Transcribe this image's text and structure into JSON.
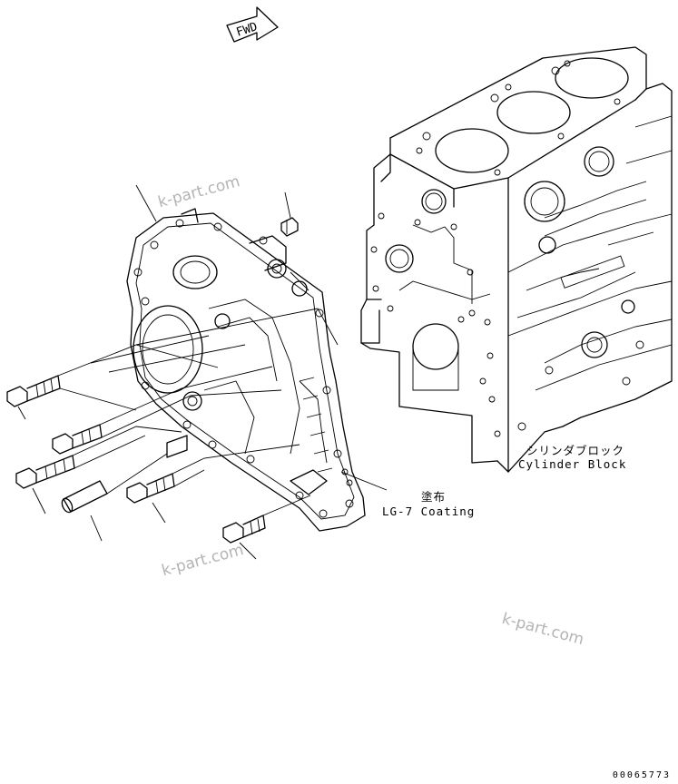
{
  "arrow": {
    "text": "FWD"
  },
  "labels": {
    "cylinder_block_jp": "シリンダブロック",
    "cylinder_block_en": "Cylinder Block",
    "coating_jp": "塗布",
    "coating_en": "LG-7 Coating"
  },
  "watermarks": [
    "k-part.com",
    "k-part.com",
    "k-part.com"
  ],
  "document_number": "00065773"
}
